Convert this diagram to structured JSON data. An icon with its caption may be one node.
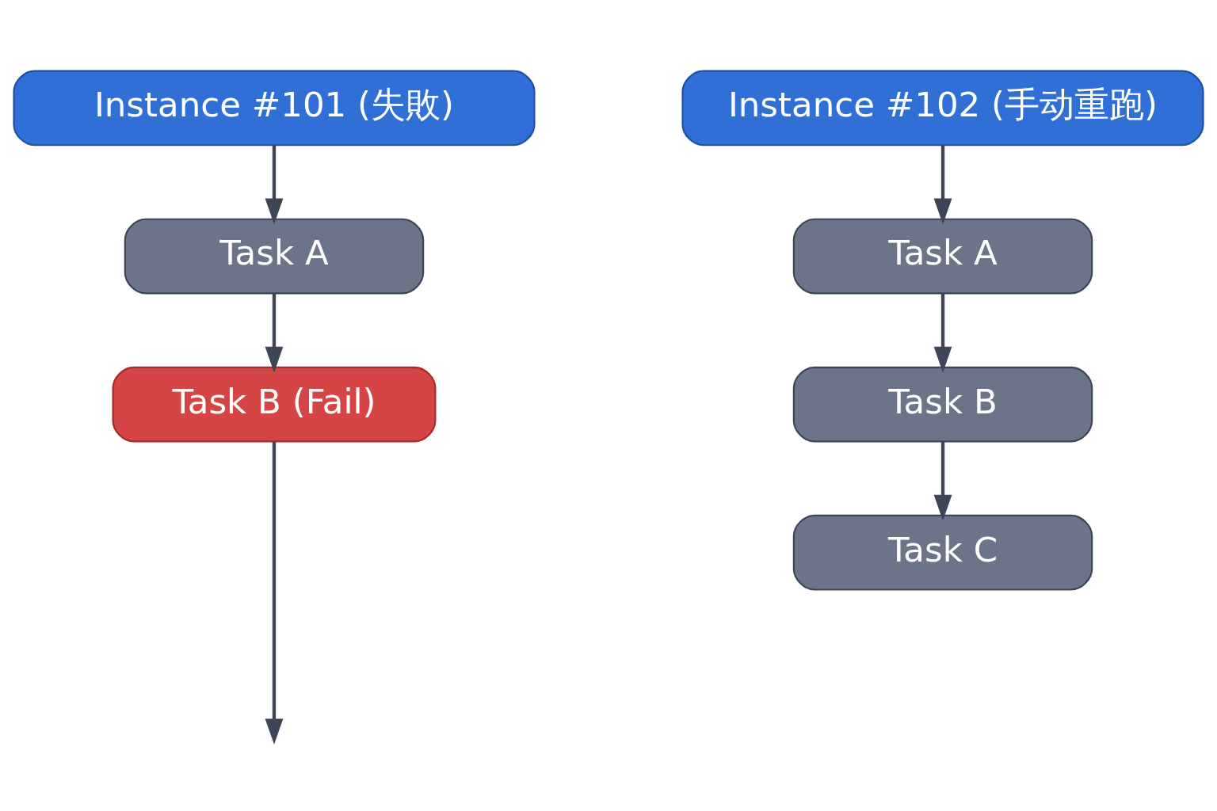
{
  "diagram": {
    "nodes": [
      {
        "text": [
          "Instance #101 (失敗)"
        ]
      },
      {
        "text": [
          "Task A"
        ]
      },
      {
        "text": [
          "Task B (Fail)"
        ]
      },
      {
        "text": [
          "Instance #102 (手动重跑)"
        ]
      },
      {
        "text": [
          "Task A"
        ]
      },
      {
        "text": [
          "Task B"
        ]
      },
      {
        "text": [
          "Task C"
        ]
      }
    ],
    "edges": [
      {
        "from": 0,
        "to": 1,
        "arrow": "to"
      },
      {
        "from": 1,
        "to": 2,
        "arrow": "to"
      },
      {
        "from": 2,
        "to": null,
        "arrow": "to"
      },
      {
        "from": 3,
        "to": 4,
        "arrow": "to"
      },
      {
        "from": 4,
        "to": 5,
        "arrow": "to"
      },
      {
        "from": 5,
        "to": 6,
        "arrow": "to"
      }
    ]
  }
}
